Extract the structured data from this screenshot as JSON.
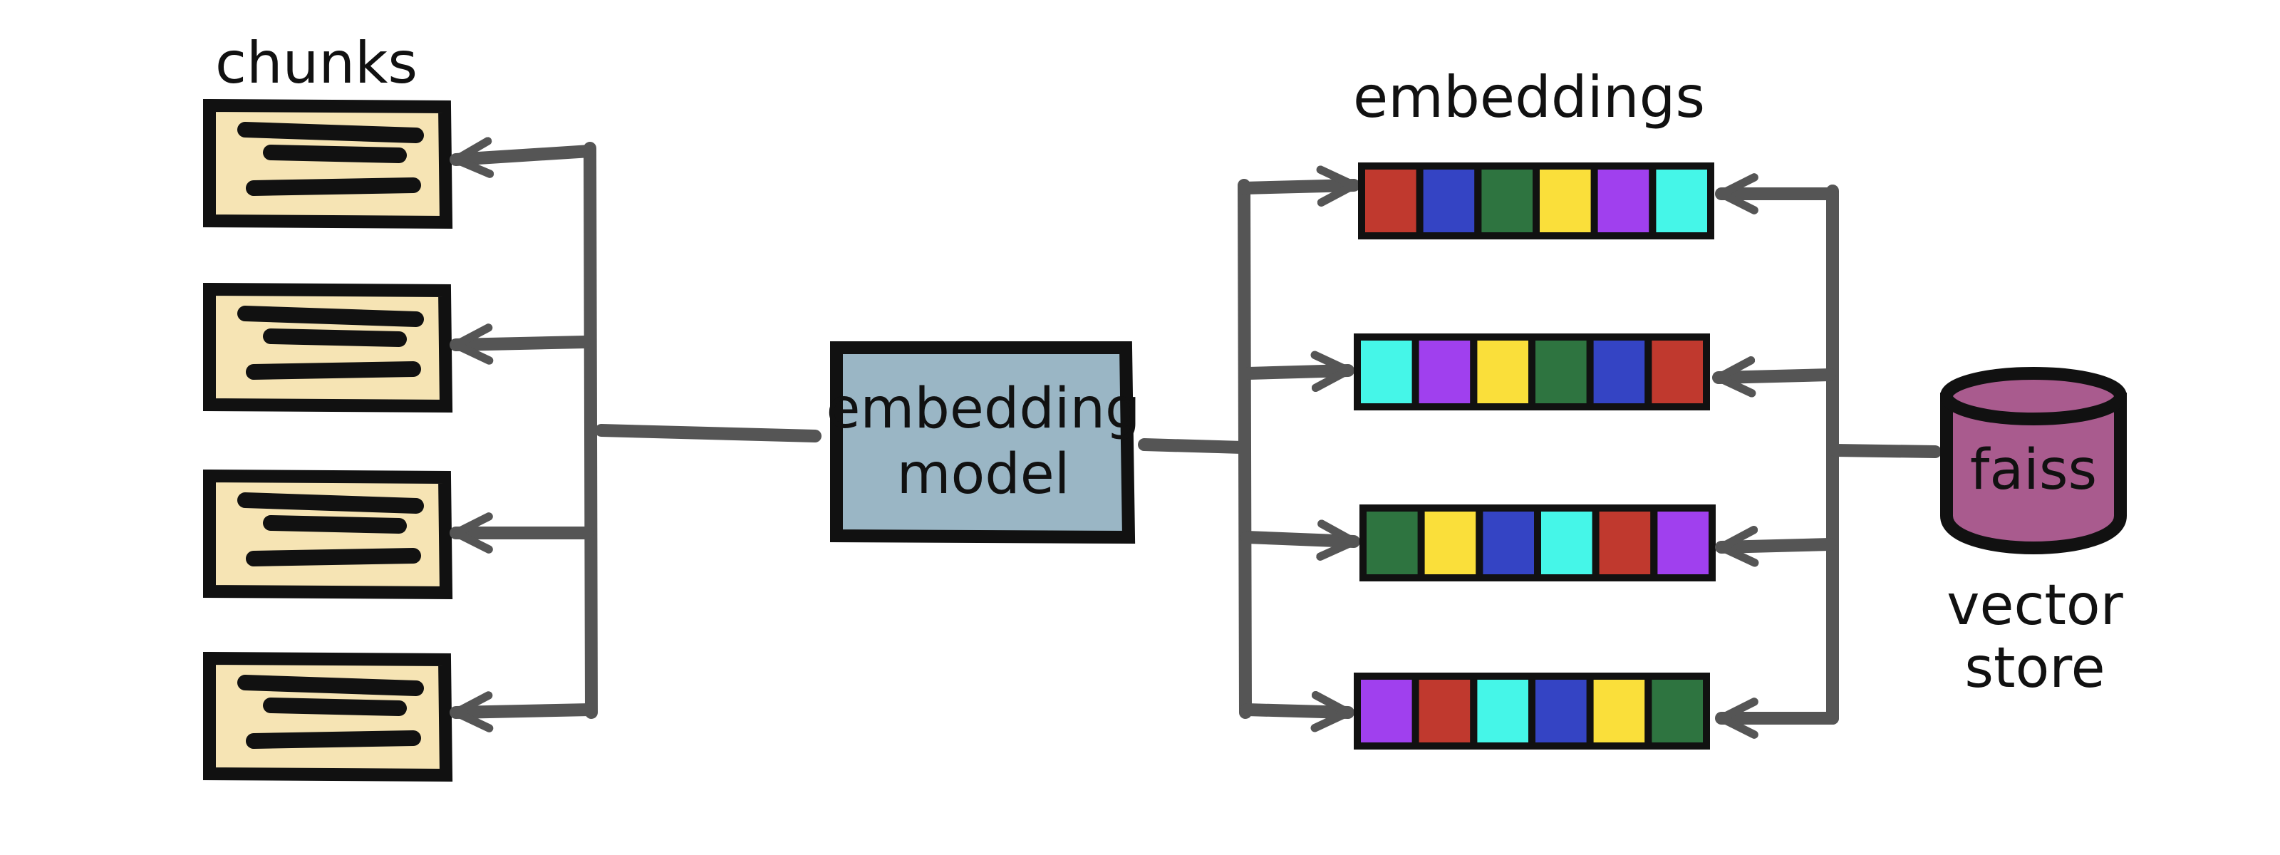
{
  "labels": {
    "chunks": "chunks",
    "embeddings": "embeddings",
    "model_line1": "embedding",
    "model_line2": "model",
    "store_name": "faiss",
    "vector_line1": "vector",
    "vector_line2": "store"
  },
  "colors": {
    "chunk_fill": "#f6e4b4",
    "model_fill": "#9ab6c5",
    "store_fill": "#a95b8e",
    "arrow": "#555555",
    "outline": "#111111"
  },
  "palette": {
    "red": "#c0392e",
    "blue": "#3444c4",
    "green": "#2e7440",
    "yellow": "#fadf3a",
    "purple": "#a040ee",
    "cyan": "#45f6e8"
  },
  "chunks": [
    {
      "id": "chunk-1"
    },
    {
      "id": "chunk-2"
    },
    {
      "id": "chunk-3"
    },
    {
      "id": "chunk-4"
    }
  ],
  "embedding_rows": [
    [
      "red",
      "blue",
      "green",
      "yellow",
      "purple",
      "cyan"
    ],
    [
      "cyan",
      "purple",
      "yellow",
      "green",
      "blue",
      "red"
    ],
    [
      "green",
      "yellow",
      "blue",
      "cyan",
      "red",
      "purple"
    ],
    [
      "purple",
      "red",
      "cyan",
      "blue",
      "yellow",
      "green"
    ]
  ]
}
